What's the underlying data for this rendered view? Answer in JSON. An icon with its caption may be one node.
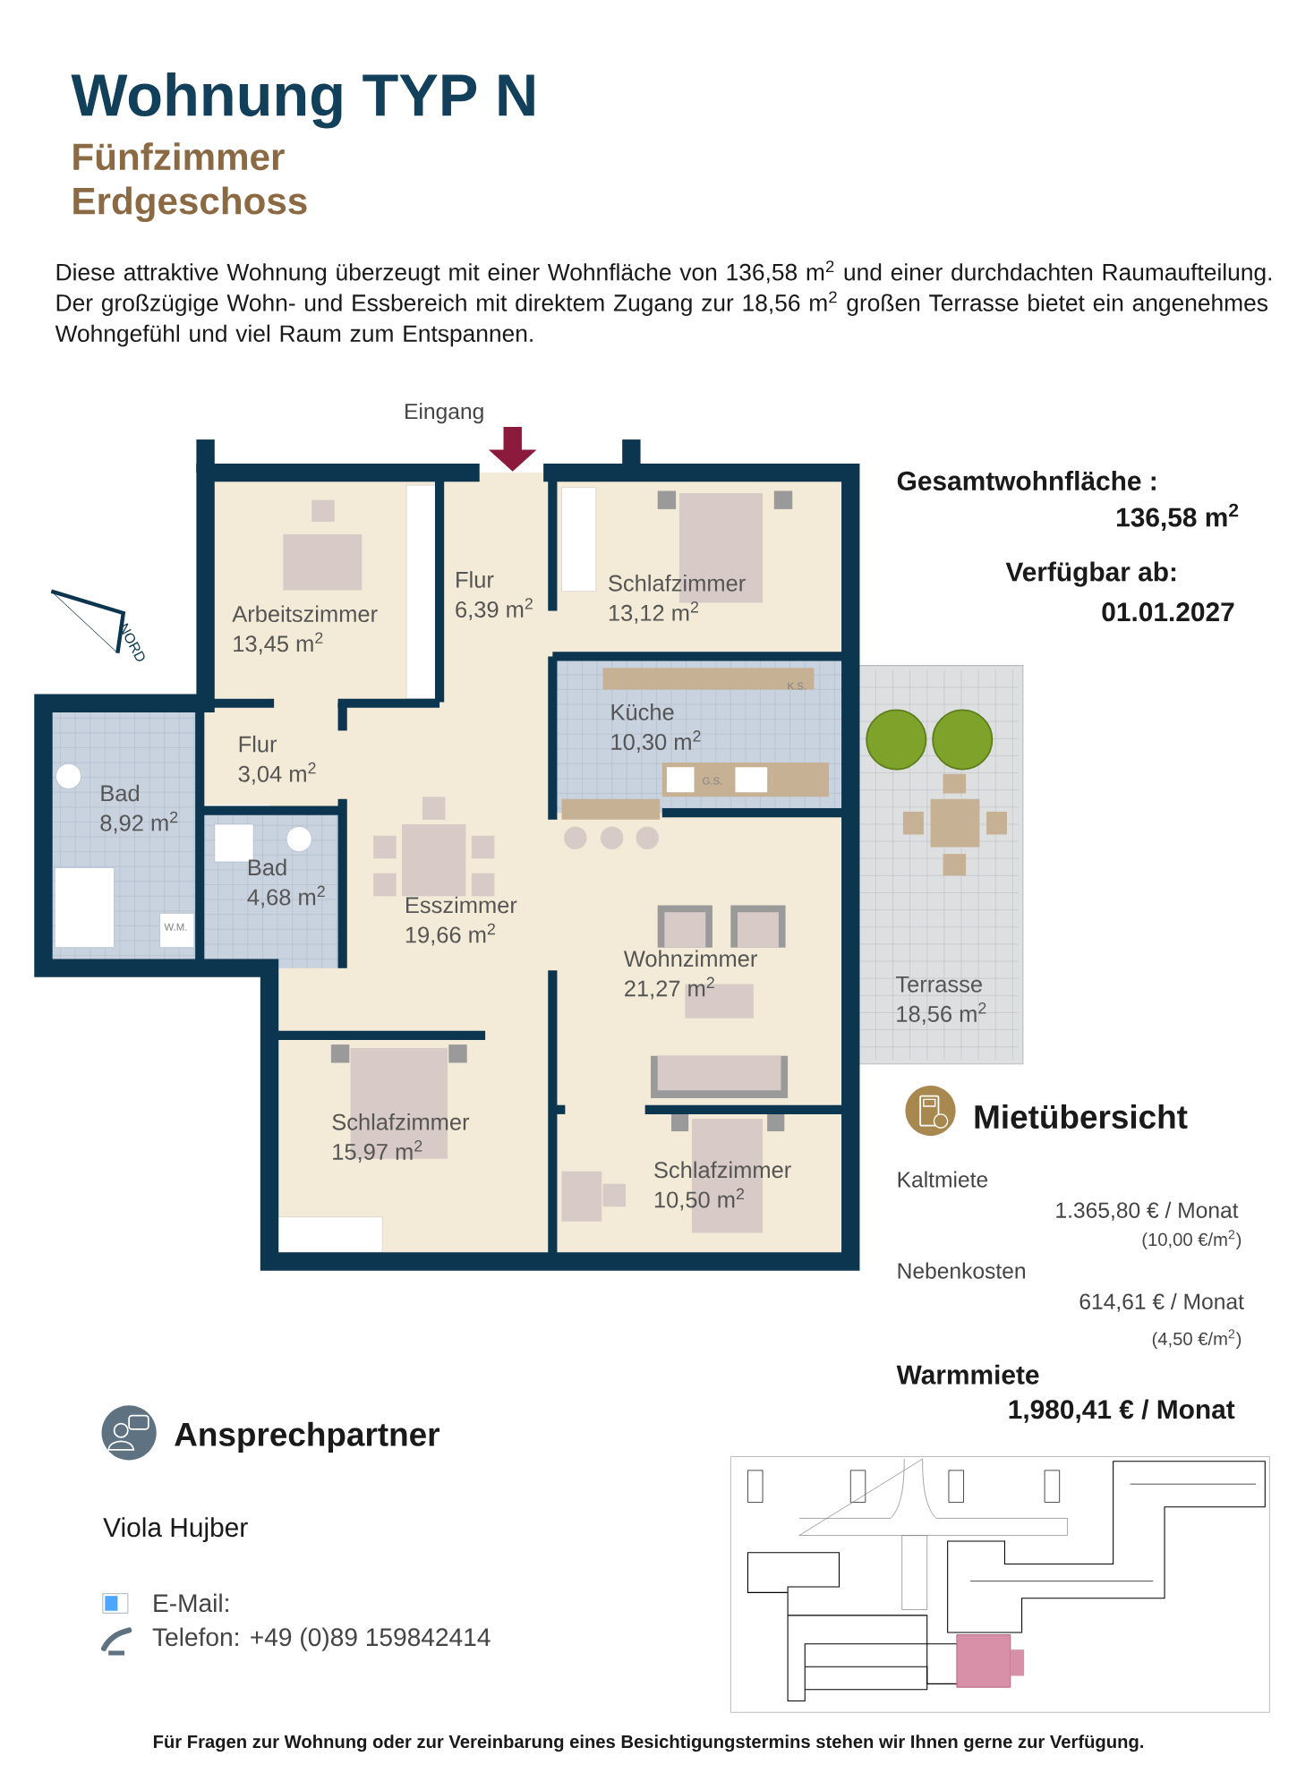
{
  "diagram": {
    "title": "Wohnung TYP N",
    "nodes": [
      {
        "text": [
          "Arbeitszimmer",
          "13,45 m$^{2}$"
        ]
      },
      {
        "text": [
          "Flur",
          "6,39 m$^{2}$"
        ]
      },
      {
        "text": [
          "Schlafzimmer",
          "13,12 m$^{2}$"
        ]
      },
      {
        "text": [
          "Küche",
          "10,30 m$^{2}$"
        ]
      },
      {
        "text": [
          "Flur",
          "3,04 m$^{2}$"
        ]
      },
      {
        "text": [
          "Bad",
          "8,92 m$^{2}$"
        ]
      },
      {
        "text": [
          "Bad",
          "4,68 m$^{2}$"
        ]
      },
      {
        "text": [
          "Esszimmer",
          "19,66 m$^{2}$"
        ]
      },
      {
        "text": [
          "Wohnzimmer",
          "21,27 m$^{2}$"
        ]
      },
      {
        "text": [
          "Terrasse",
          "18,56 m$^{2}$"
        ]
      },
      {
        "text": [
          "Schlafzimmer",
          "15,97 m$^{2}$"
        ]
      },
      {
        "text": [
          "Schlafzimmer",
          "10,50 m$^{2}$"
        ]
      }
    ],
    "labels": [
      "Fünfzimmer",
      "Erdgeschoss",
      "Diese attraktive Wohnung überzeugt mit einer Wohnfläche von 136,58 m$^{2}$ und einer durchdachten Raumaufteilung. Der großzügige Wohn- und Essbereich mit direktem Zugang zur 18,56 m$^{2}$ großen Terrasse bietet ein angenehmes Wohngefühl und viel Raum zum Entspannen.",
      "Eingang",
      "NORD",
      "K.S.",
      "G.S.",
      "W.M.",
      "Gesamtwohnfläche :",
      "136,58 m$^{2}$",
      "Verfügbar ab:",
      "01.01.2027",
      "Mietübersicht",
      "Kaltmiete",
      "1.365,80 € / Monat",
      "(10,00 €/m$^{2}$)",
      "Nebenkosten",
      "614,61 € / Monat",
      "(4,50 €/m$^{2}$)",
      "Warmmiete",
      "1,980,41 € / Monat",
      "Ansprechpartner",
      "Viola Hujber",
      "E-Mail:",
      "Telefon: +49 (0)89 159842414",
      "Für Fragen zur Wohnung oder zur Vereinbarung eines Besichtigungstermins stehen wir Ihnen gerne zur Verfügung."
    ]
  }
}
